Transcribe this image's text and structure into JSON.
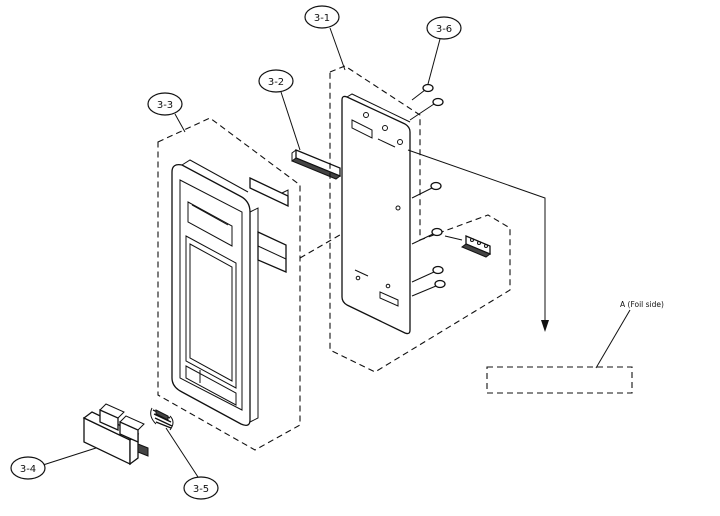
{
  "callouts": {
    "c31": "3-1",
    "c32": "3-2",
    "c33": "3-3",
    "c34": "3-4",
    "c35": "3-5",
    "c36": "3-6"
  },
  "foil_label": "A (Foil side)"
}
